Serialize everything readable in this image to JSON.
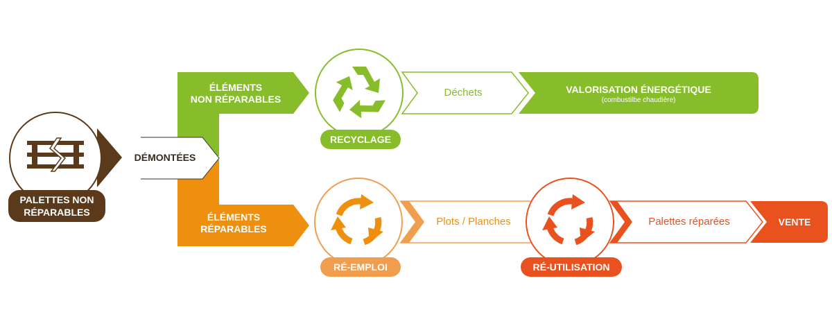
{
  "colors": {
    "brown": "#5b3a1c",
    "green": "#87bc2a",
    "orange": "#ef8f0e",
    "light_orange": "#f09e4e",
    "red": "#e9511f"
  },
  "icons": {
    "pallet": "broken-pallet-icon",
    "recycle": "recycle-arrows-icon",
    "reuse_orange": "circular-arrows-icon",
    "reuse_red": "circular-arrows-icon"
  },
  "source": {
    "label_line1": "PALETTES NON",
    "label_line2": "RÉPARABLES"
  },
  "step_dismantle": {
    "label": "DÉMONTÉES"
  },
  "branch_top": {
    "line1": "ÉLÉMENTS",
    "line2": "NON RÉPARABLES"
  },
  "branch_bottom": {
    "line1": "ÉLÉMENTS",
    "line2": "RÉPARABLES"
  },
  "recycling": {
    "badge": "RECYCLAGE",
    "output": "Déchets",
    "final_title": "VALORISATION ÉNERGÉTIQUE",
    "final_subtitle": "(combustilbe chaudière)"
  },
  "reuse": {
    "badge": "RÉ-EMPLOI",
    "output": "Plots / Planches"
  },
  "reutilisation": {
    "badge": "RÉ-UTILISATION",
    "output": "Palettes réparées",
    "final": "VENTE"
  }
}
